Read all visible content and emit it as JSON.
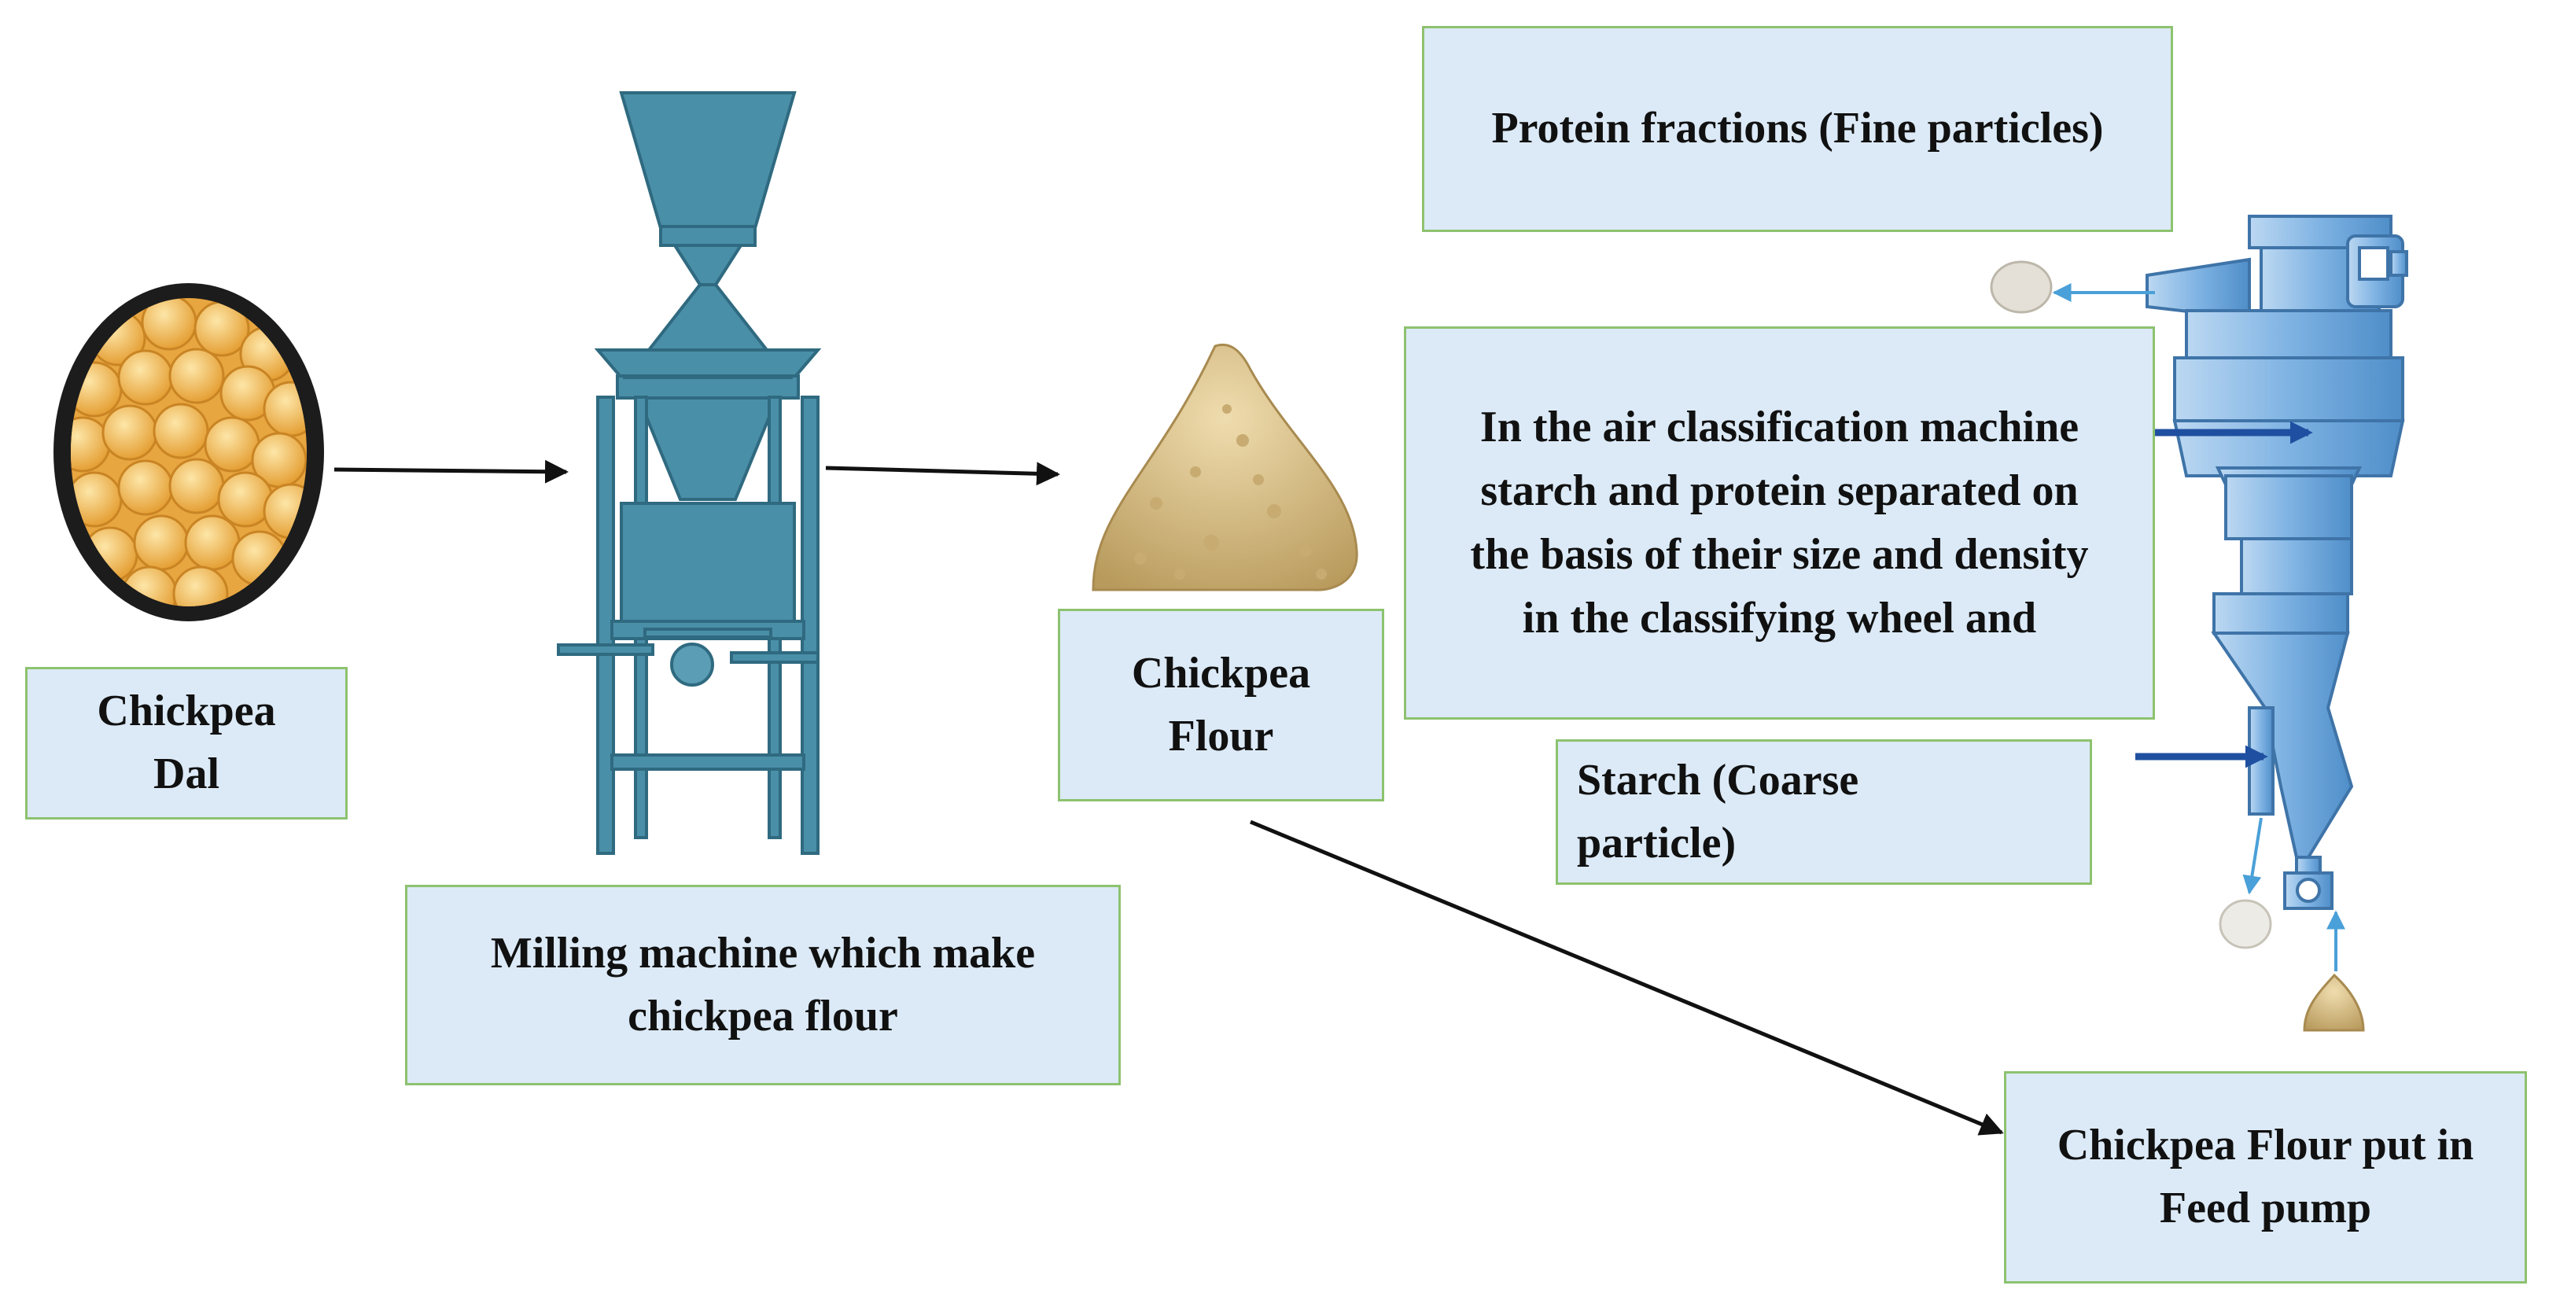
{
  "labels": {
    "chickpea_dal": "Chickpea\nDal",
    "milling_machine": "Milling machine which make\nchickpea flour",
    "chickpea_flour": "Chickpea\nFlour",
    "protein_fractions": "Protein fractions (Fine particles)",
    "air_classification": "In the air classification machine\nstarch and protein separated on\nthe basis of their size and density\nin the classifying wheel and",
    "starch": "Starch (Coarse\nparticle)",
    "feed_pump": "Chickpea Flour put in\nFeed pump"
  },
  "icons": {
    "dal": "chickpea-dal-bowl-icon",
    "mill": "milling-machine-icon",
    "flour": "flour-pile-icon",
    "classifier": "air-classifier-icon"
  },
  "colors": {
    "box_fill": "#dceaf7",
    "box_border": "#8dc26f",
    "machine_blue": "#4a8fa8",
    "classifier_blue": "#6ea8dc",
    "arrow_dark": "#111111",
    "arrow_navy": "#1f4fa0",
    "arrow_light": "#4aa0d8",
    "flour": "#d8c08a",
    "dal": "#f0b84a"
  }
}
